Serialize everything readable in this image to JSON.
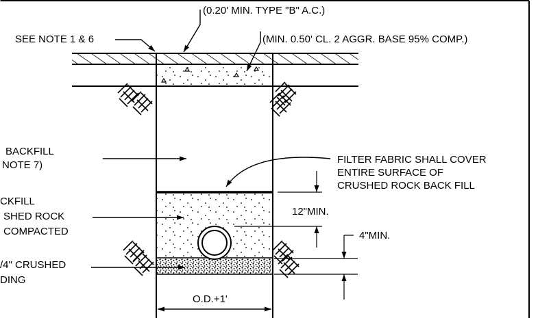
{
  "notes": {
    "see_note": "SEE NOTE 1 & 6",
    "ac_layer": "(0.20' MIN. TYPE \"B\" A.C.)",
    "base_layer": "(MIN. 0.50' CL. 2 AGGR. BASE 95% COMP.)",
    "backfill_line1": "BACKFILL",
    "backfill_line2": "NOTE 7)",
    "fabric_line1": "FILTER FABRIC SHALL COVER",
    "fabric_line2": "ENTIRE SURFACE OF",
    "fabric_line3": "CRUSHED ROCK BACK FILL",
    "rock_line1": "CKFILL",
    "rock_line2": "SHED ROCK",
    "rock_line3": "COMPACTED",
    "bedding_line1": "/4\" CRUSHED",
    "bedding_line2": "DING"
  },
  "dimensions": {
    "cover_min": "12\"MIN.",
    "bedding_min": "4\"MIN.",
    "trench_width": "O.D.+1'"
  }
}
